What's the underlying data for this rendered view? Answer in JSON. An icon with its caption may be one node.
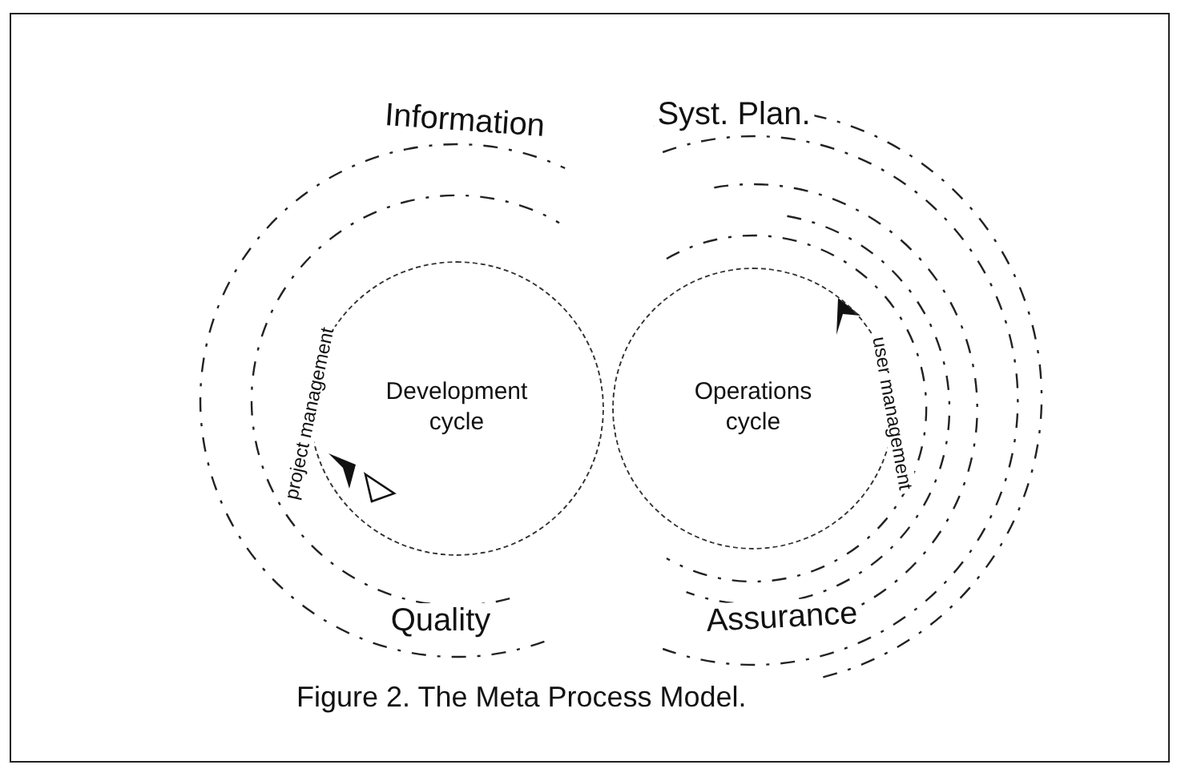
{
  "diagram": {
    "caption": "Figure 2. The Meta Process Model.",
    "nodes": [
      {
        "text": [
          "Development cycle"
        ]
      },
      {
        "text": [
          "Operations cycle"
        ]
      }
    ],
    "labels": [
      "Information",
      "Syst. Plan.",
      "project management",
      "user management",
      "Quality",
      "Assurance"
    ]
  }
}
